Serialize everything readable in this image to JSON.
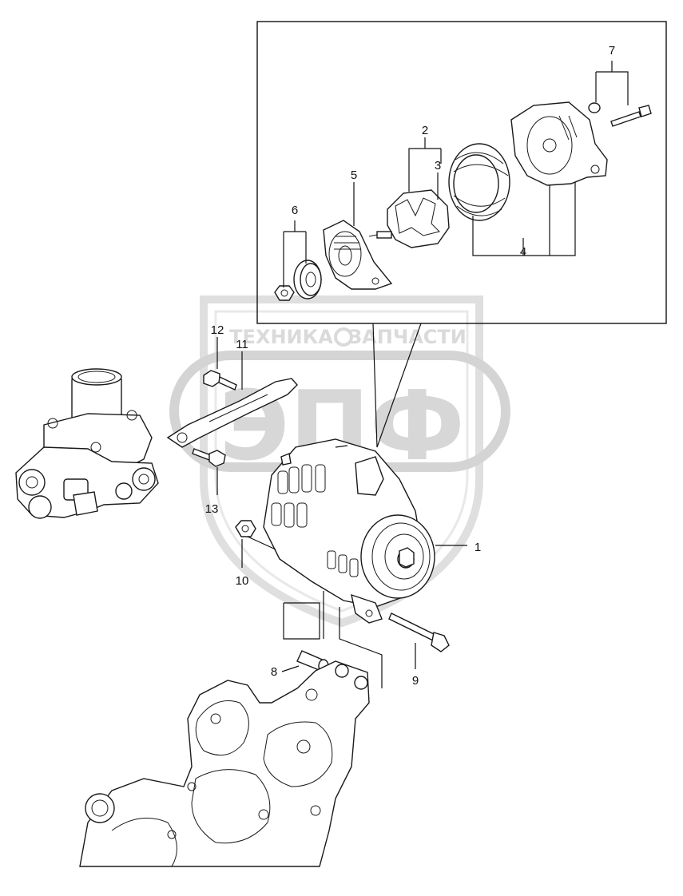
{
  "watermark": {
    "top_text_left": "ТЕХНИКА",
    "top_text_right": "ЗАПЧАСТИ",
    "big_letters": "ЭПФ",
    "color": "#d9d9d9"
  },
  "callouts": {
    "c1": "1",
    "c2": "2",
    "c3": "3",
    "c4": "4",
    "c5": "5",
    "c6": "6",
    "c7": "7",
    "c8": "8",
    "c9": "9",
    "c10": "10",
    "c11": "11",
    "c12": "12",
    "c13": "13"
  },
  "colors": {
    "line": "#1a1a1a",
    "background": "#ffffff"
  }
}
